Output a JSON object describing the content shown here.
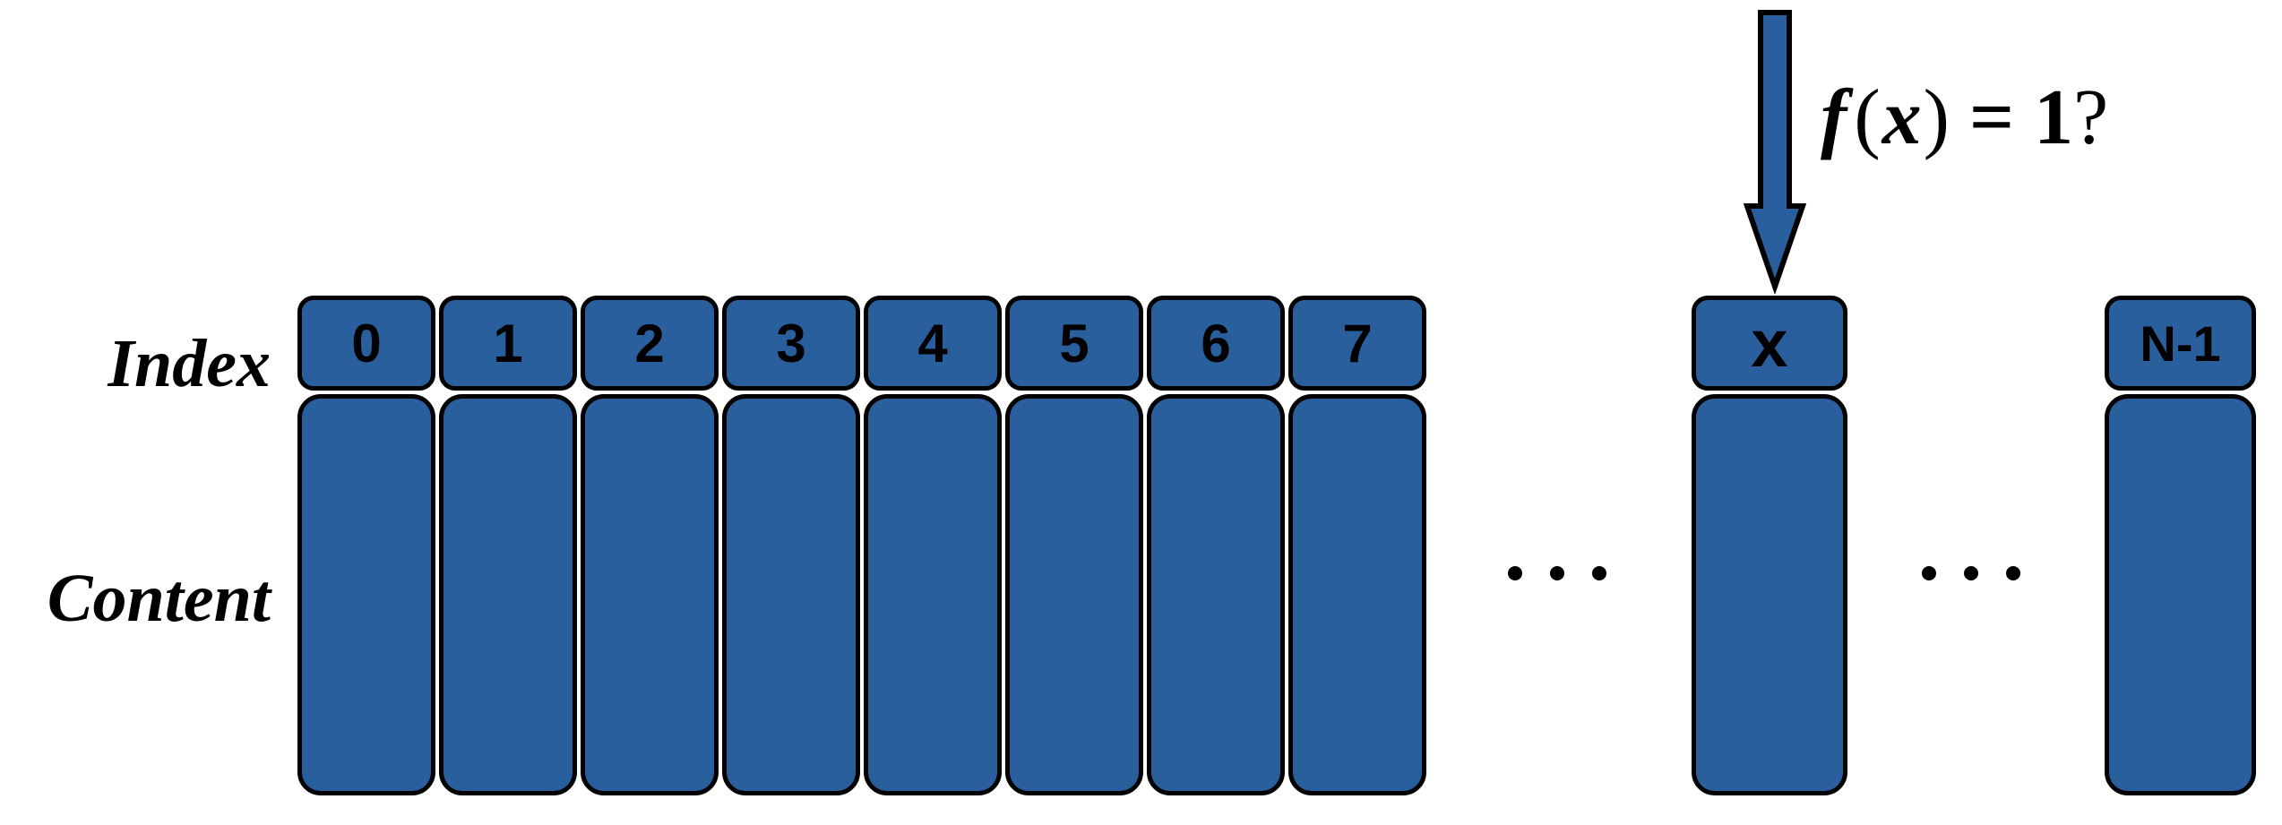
{
  "diagram": {
    "row_labels": {
      "index": "Index",
      "content": "Content"
    },
    "index_cells": [
      "0",
      "1",
      "2",
      "3",
      "4",
      "5",
      "6",
      "7"
    ],
    "x_cell": "x",
    "last_cell": "N-1",
    "formula": {
      "func": "f",
      "lparen": "(",
      "var": "x",
      "rparen": ")",
      "equals": "=",
      "value": "1",
      "question": "?"
    },
    "colors": {
      "cell_fill": "#2A5F9E",
      "outline": "#000000",
      "background": "#FFFFFF"
    }
  }
}
